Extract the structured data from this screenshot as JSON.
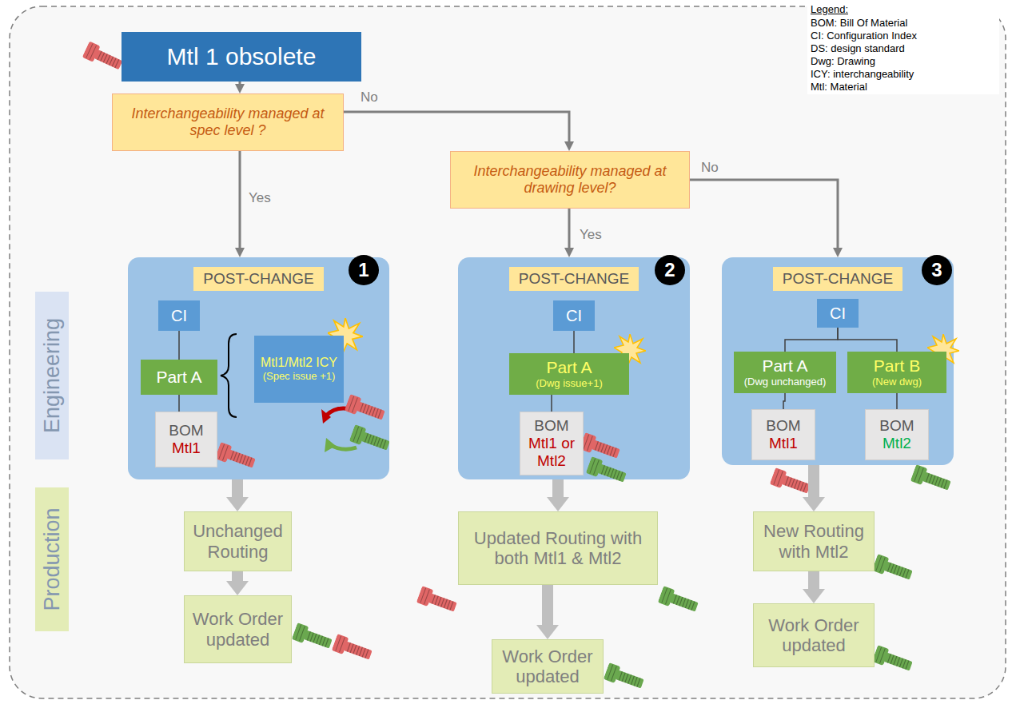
{
  "diagram": {
    "nodes": [
      {
        "text": [
          "Mtl 1 obsolete"
        ]
      },
      {
        "text": [
          "Interchangeability managed at spec level ?"
        ]
      },
      {
        "text": [
          "Interchangeability managed at drawing level?"
        ]
      },
      {
        "text": [
          "POST-CHANGE"
        ]
      },
      {
        "text": [
          "CI"
        ],
        "in": 3
      },
      {
        "text": [
          "Part A"
        ],
        "in": 3
      },
      {
        "text": [
          "BOM",
          "Mtl1"
        ],
        "in": 3
      },
      {
        "text": [
          "Mtl1/Mtl2 ICY",
          "(Spec issue +1)"
        ],
        "in": 3
      },
      {
        "text": [
          "Unchanged Routing"
        ]
      },
      {
        "text": [
          "Work Order updated"
        ]
      },
      {
        "text": [
          "POST-CHANGE"
        ]
      },
      {
        "text": [
          "CI"
        ],
        "in": 10
      },
      {
        "text": [
          "Part A",
          "(Dwg issue+1)"
        ],
        "in": 10
      },
      {
        "text": [
          "BOM",
          "Mtl1 or Mtl2"
        ],
        "in": 10
      },
      {
        "text": [
          "Updated Routing with both Mtl1 & Mtl2"
        ]
      },
      {
        "text": [
          "Work Order updated"
        ]
      },
      {
        "text": [
          "POST-CHANGE"
        ]
      },
      {
        "text": [
          "CI"
        ],
        "in": 16
      },
      {
        "text": [
          "Part A",
          "(Dwg unchanged)"
        ],
        "in": 16
      },
      {
        "text": [
          "Part B",
          "(New dwg)"
        ],
        "in": 16
      },
      {
        "text": [
          "BOM",
          "Mtl1"
        ],
        "in": 16
      },
      {
        "text": [
          "BOM",
          "Mtl2"
        ],
        "in": 16
      },
      {
        "text": [
          "New Routing with Mtl2"
        ]
      },
      {
        "text": [
          "Work Order updated"
        ]
      }
    ],
    "edges": [
      {
        "from": 0,
        "to": 1,
        "arrow": "to"
      },
      {
        "from": 1,
        "to": 2,
        "label": "No",
        "arrow": "to"
      },
      {
        "from": 1,
        "to": 3,
        "label": "Yes",
        "arrow": "to"
      },
      {
        "from": 2,
        "to": 10,
        "label": "Yes",
        "arrow": "to"
      },
      {
        "from": 2,
        "to": 16,
        "label": "No",
        "arrow": "to"
      },
      {
        "from": 4,
        "to": 5,
        "arrow": "none"
      },
      {
        "from": 5,
        "to": 6,
        "arrow": "none"
      },
      {
        "from": 3,
        "to": 8,
        "arrow": "to"
      },
      {
        "from": 8,
        "to": 9,
        "arrow": "to"
      },
      {
        "from": 11,
        "to": 12,
        "arrow": "none"
      },
      {
        "from": 12,
        "to": 13,
        "arrow": "none"
      },
      {
        "from": 10,
        "to": 14,
        "arrow": "to"
      },
      {
        "from": 14,
        "to": 15,
        "arrow": "to"
      },
      {
        "from": 17,
        "to": 18,
        "arrow": "none"
      },
      {
        "from": 17,
        "to": 19,
        "arrow": "none"
      },
      {
        "from": 18,
        "to": 20,
        "arrow": "none"
      },
      {
        "from": 19,
        "to": 21,
        "arrow": "none"
      },
      {
        "from": 16,
        "to": 22,
        "arrow": "to"
      },
      {
        "from": 22,
        "to": 23,
        "arrow": "to"
      }
    ],
    "labels": [
      "Engineering",
      "Production",
      "1",
      "2",
      "3",
      "Legend:"
    ],
    "legend": [
      {
        "text": "BOM: Bill Of Material"
      },
      {
        "text": "CI: Configuration Index"
      },
      {
        "text": "DS: design standard"
      },
      {
        "text": "Dwg: Drawing"
      },
      {
        "text": "ICY: interchangeability"
      },
      {
        "text": "Mtl: Material"
      }
    ]
  }
}
